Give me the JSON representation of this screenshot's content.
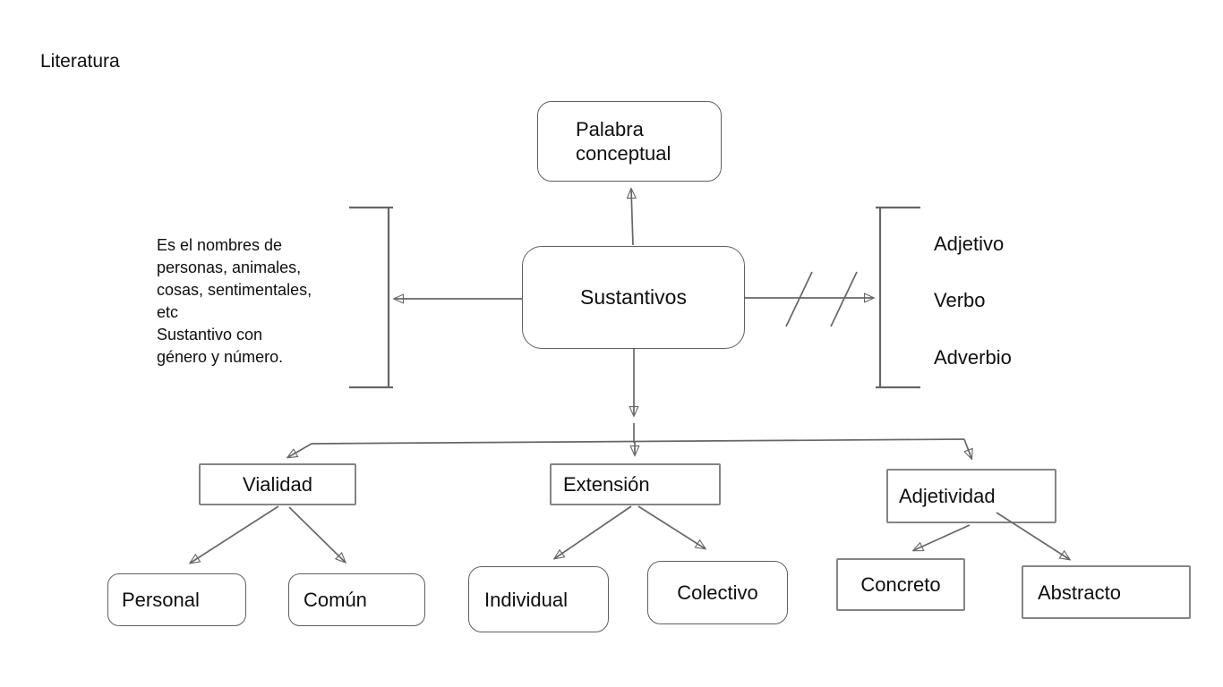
{
  "page": {
    "heading": "Literatura"
  },
  "colors": {
    "line": "#666666",
    "rounded_border": "#5f5f5f",
    "rect_border": "#848484",
    "background": "#ffffff",
    "text": "#0f0f0f"
  },
  "map": {
    "top_concept": "Palabra\nconceptual",
    "root": "Sustantivos",
    "left_note": "Es el nombres de\npersonas, animales,\ncosas, sentimentales,\netc\nSustantivo con\ngénero y número.",
    "right_items": [
      "Adjetivo",
      "Verbo",
      "Adverbio"
    ],
    "branches": [
      {
        "label": "Vialidad",
        "children": [
          "Personal",
          "Común"
        ]
      },
      {
        "label": "Extensión",
        "children": [
          "Individual",
          "Colectivo"
        ]
      },
      {
        "label": "Adjetividad",
        "children": [
          "Concreto",
          "Abstracto"
        ]
      }
    ]
  }
}
